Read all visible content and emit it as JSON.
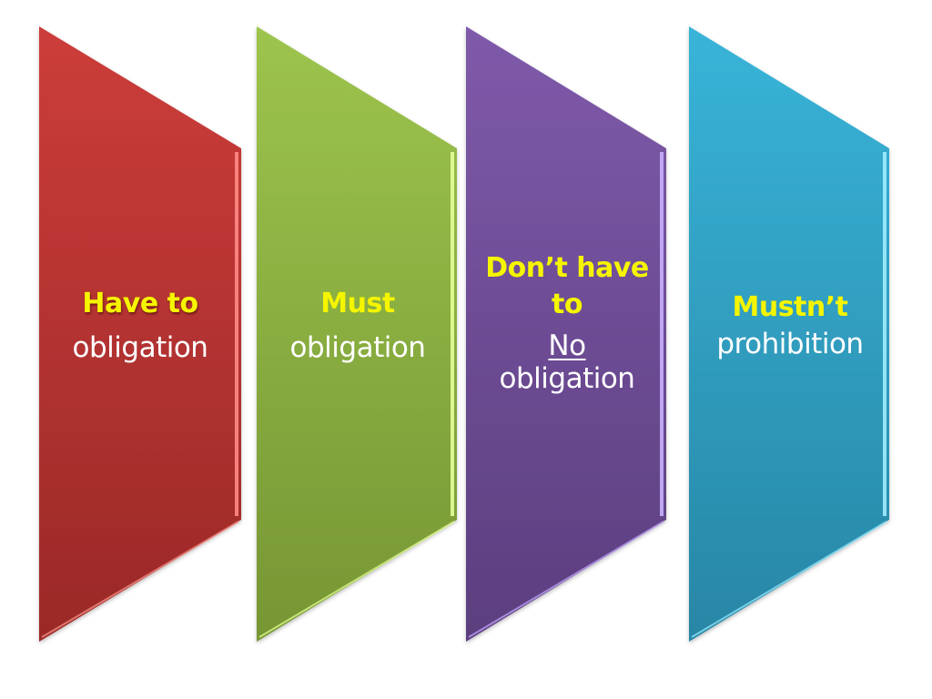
{
  "panels": [
    {
      "term": "Have to",
      "meaning_lines": [
        "obligation"
      ],
      "color_top": "#c93b38",
      "color_bottom": "#9e2a28",
      "edge_color": "#ff8a85"
    },
    {
      "term": "Must",
      "meaning_lines": [
        "obligation"
      ],
      "color_top": "#9bc24b",
      "color_bottom": "#799a36",
      "edge_color": "#e6ff9a"
    },
    {
      "term_lines": [
        "Don’t have",
        "to"
      ],
      "meaning_lines": [
        "No",
        "obligation"
      ],
      "meaning_underlined": "No",
      "color_top": "#7d58a8",
      "color_bottom": "#5c3f80",
      "edge_color": "#c8b0ff"
    },
    {
      "term": "Mustn’t",
      "meaning_lines": [
        "prohibition"
      ],
      "color_top": "#36b2d6",
      "color_bottom": "#2a8aa8",
      "edge_color": "#a0ecff"
    }
  ]
}
